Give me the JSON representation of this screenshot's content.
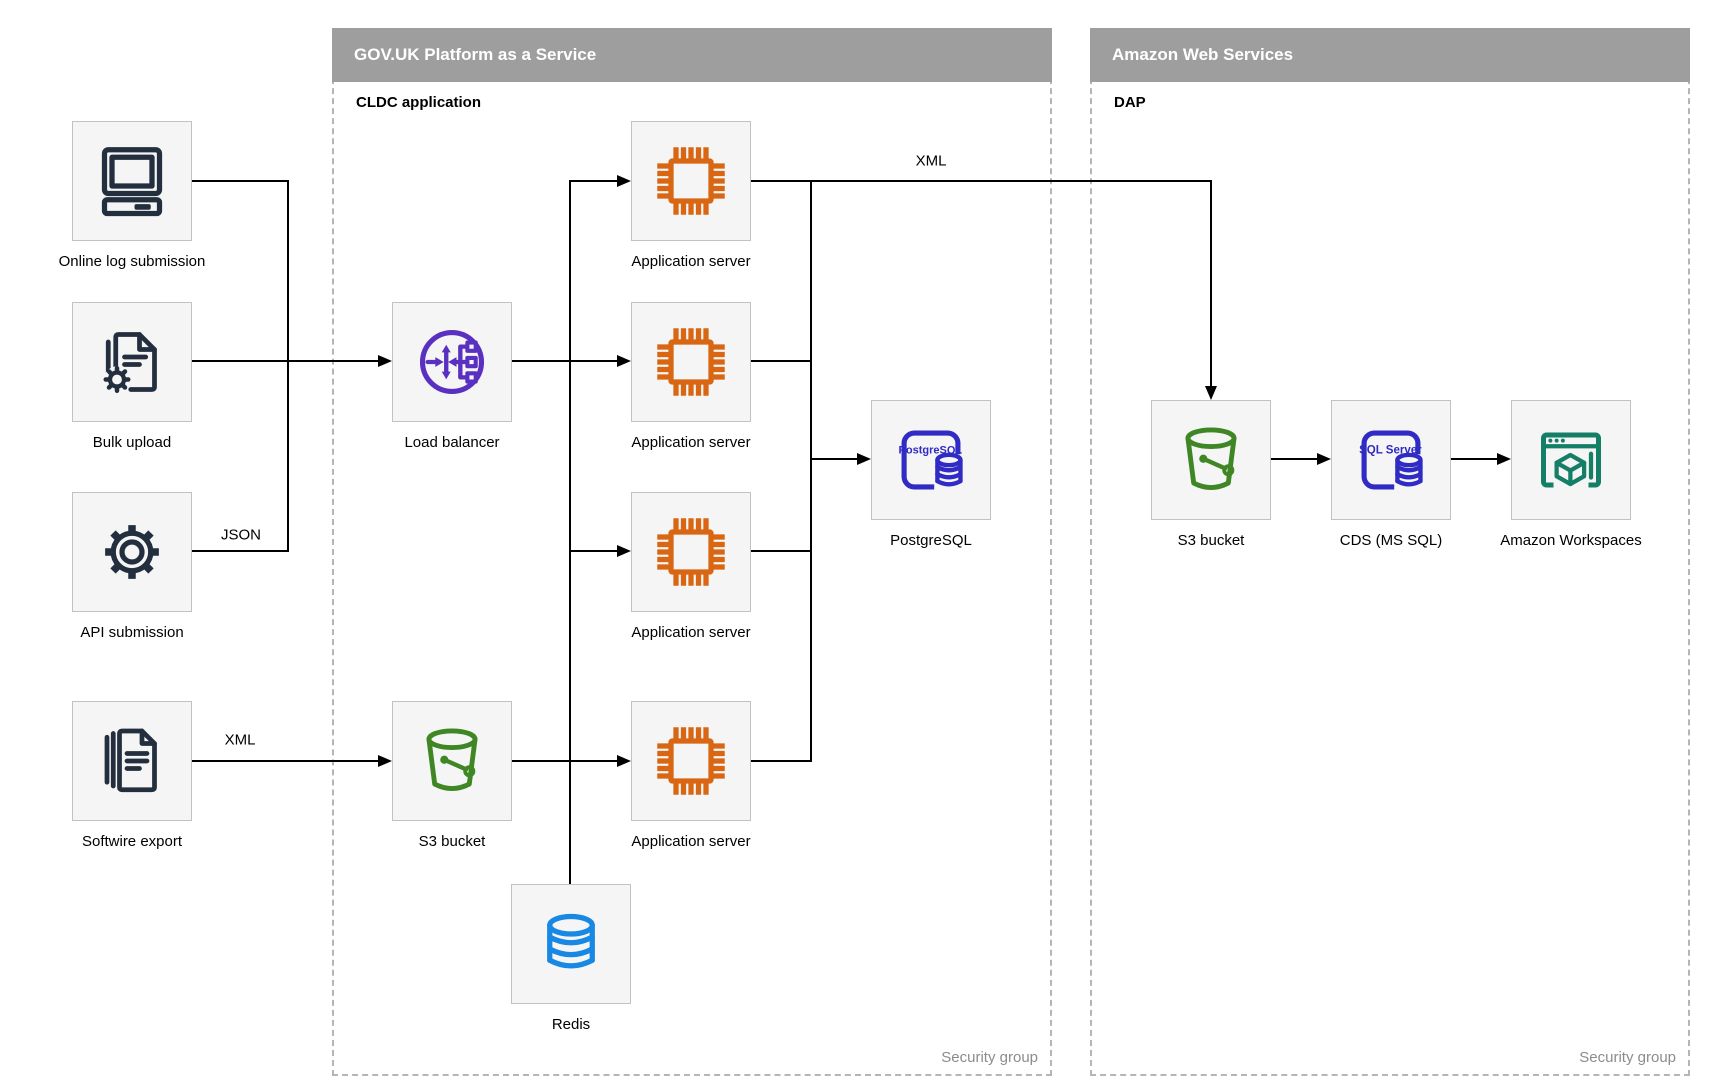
{
  "diagram": {
    "containers": {
      "govuk": {
        "title": "GOV.UK Platform as a Service",
        "sublabel": "CLDC application",
        "footer": "Security group"
      },
      "aws": {
        "title": "Amazon Web Services",
        "sublabel": "DAP",
        "footer": "Security group"
      }
    },
    "nodes": {
      "online_log": {
        "label": "Online log submission"
      },
      "bulk_upload": {
        "label": "Bulk upload"
      },
      "api_submission": {
        "label": "API submission"
      },
      "softwire_export": {
        "label": "Softwire export"
      },
      "load_balancer": {
        "label": "Load balancer"
      },
      "s3_paas": {
        "label": "S3 bucket"
      },
      "app_server_1": {
        "label": "Application server"
      },
      "app_server_2": {
        "label": "Application server"
      },
      "app_server_3": {
        "label": "Application server"
      },
      "app_server_4": {
        "label": "Application server"
      },
      "postgresql": {
        "label": "PostgreSQL",
        "icon_text": "PostgreSQL"
      },
      "redis": {
        "label": "Redis"
      },
      "s3_aws": {
        "label": "S3 bucket"
      },
      "cds": {
        "label": "CDS (MS SQL)",
        "icon_text": "SQL Server"
      },
      "workspaces": {
        "label": "Amazon Workspaces"
      }
    },
    "edge_labels": {
      "json": "JSON",
      "xml_softwire": "XML",
      "xml_dap": "XML"
    },
    "colors": {
      "header-gray": "#9e9e9e",
      "container-border": "#b5b5b5",
      "node-fill": "#f5f5f5",
      "node-border": "#c2c2c2",
      "line-black": "#000000",
      "source-navy": "#232f3e",
      "lb-purple": "#5a30c0",
      "app-orange": "#d86613",
      "s3-green": "#3f8624",
      "pg-indigo": "#2f2bc4",
      "redis-blue": "#1788e4",
      "ws-teal": "#147f66",
      "footer-gray": "#8c8c8c"
    }
  }
}
